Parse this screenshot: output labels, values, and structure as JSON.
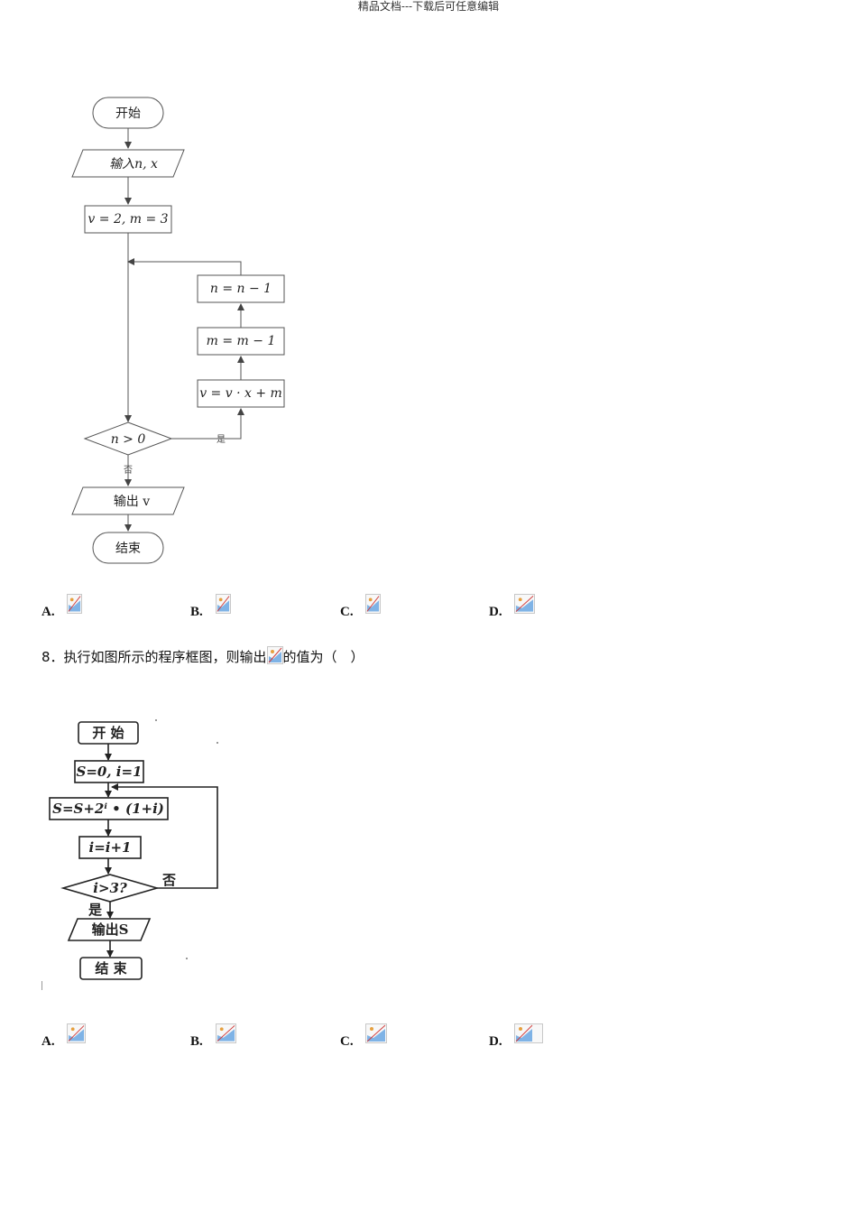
{
  "header": {
    "text": "精品文档---下载后可任意编辑"
  },
  "flowchart1": {
    "start": "开始",
    "input": "输入n, x",
    "init": "v = 2, m = 3",
    "step_n": "n = n − 1",
    "step_m": "m = m − 1",
    "step_v": "v = v · x + m",
    "condition": "n > 0",
    "yes": "是",
    "no": "否",
    "output": "输出 v",
    "end": "结束"
  },
  "choices1": [
    {
      "label": "A."
    },
    {
      "label": "B."
    },
    {
      "label": "C."
    },
    {
      "label": "D."
    }
  ],
  "question8": {
    "prefix": "8．执行如图所示的程序框图，则输出",
    "suffix": "的值为（　）"
  },
  "flowchart2": {
    "start": "开 始",
    "init": "S=0, i=1",
    "update": "S=S+2ⁱ • (1+i)",
    "increment": "i=i+1",
    "condition": "i>3?",
    "no": "否",
    "yes": "是",
    "output": "输出S",
    "end": "结 束"
  },
  "choices2": [
    {
      "label": "A."
    },
    {
      "label": "B."
    },
    {
      "label": "C."
    },
    {
      "label": "D."
    }
  ],
  "icons": {
    "image_placeholder": "broken-image-icon"
  }
}
